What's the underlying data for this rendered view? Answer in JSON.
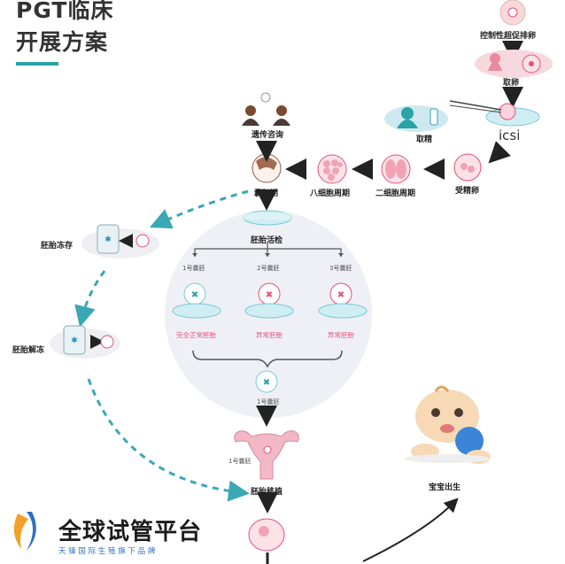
{
  "title": {
    "line1": "PGT临床",
    "line2": "开展方案"
  },
  "steps": {
    "stimulation": "控制性超促排卵",
    "egg_retrieval": "取卵",
    "sperm_retrieval": "取精",
    "icsi": "icsi",
    "fertilized_egg": "受精卵",
    "two_cell": "二细胞周期",
    "eight_cell": "八细胞周期",
    "blastocyst": "囊胚期",
    "counseling": "遗传咨询",
    "biopsy": "胚胎活检",
    "freeze": "胚胎冻存",
    "thaw": "胚胎解冻",
    "transfer": "胚胎移植",
    "birth": "宝宝出生",
    "transfer_embryo": "1号囊胚"
  },
  "embryos": [
    {
      "name": "1号囊胚",
      "result": "完全正常胚胎"
    },
    {
      "name": "2号囊胚",
      "result": "异常胚胎"
    },
    {
      "name": "3号囊胚",
      "result": "异常胚胎"
    }
  ],
  "selected_embryo": "1号囊胚",
  "brand": {
    "name": "全球试管平台",
    "tagline": "天 锋 国 际 生 殖 旗 下 品 牌"
  },
  "colors": {
    "accent": "#2aa3a6",
    "dashed": "#3aa8b5",
    "pink": "#e4507a",
    "text": "#222222"
  }
}
